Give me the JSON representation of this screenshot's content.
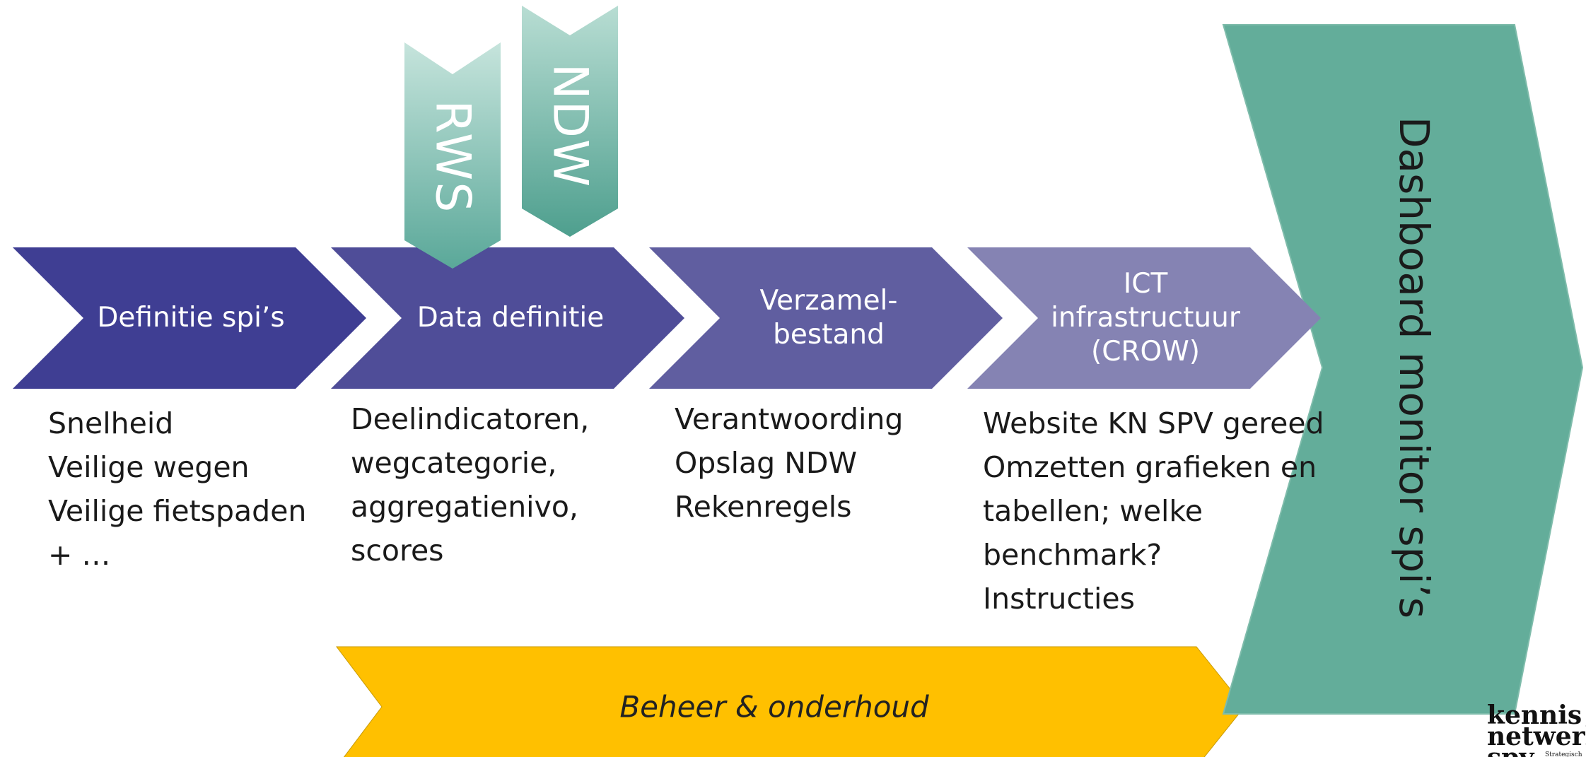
{
  "colors": {
    "chevron_1": "#3f3e93",
    "chevron_2": "#4f4d98",
    "chevron_3": "#605ea0",
    "chevron_4": "#8583b3",
    "teal_dark": "#5aa899",
    "teal_light": "#b8ddd3",
    "dashboard": "#63ad9a",
    "beheer": "#ffc000"
  },
  "process": [
    {
      "label": "Definitie spi’s",
      "details": [
        "Snelheid",
        "Veilige wegen",
        "Veilige fietspaden",
        "+ …"
      ]
    },
    {
      "label": "Data definitie",
      "details": [
        "Deelindicatoren,",
        "wegcategorie,",
        "aggregatienivo,",
        "scores"
      ]
    },
    {
      "label": "Verzamel-\nbestand",
      "details": [
        "Verantwoording",
        "Opslag NDW",
        "Rekenregels"
      ]
    },
    {
      "label": "ICT\ninfrastructuur\n(CROW)",
      "details": [
        "Website KN SPV gereed",
        "Omzetten grafieken en",
        "tabellen; welke",
        "benchmark?",
        "Instructies"
      ]
    }
  ],
  "inputs": [
    "RWS",
    "NDW"
  ],
  "dashboard_label": "Dashboard monitor spi’s",
  "beheer_label": "Beheer & onderhoud",
  "logo": {
    "line1": "kennis",
    "line2": "netwerk",
    "line3": "spv",
    "tagline": "Strategisch Plan"
  }
}
